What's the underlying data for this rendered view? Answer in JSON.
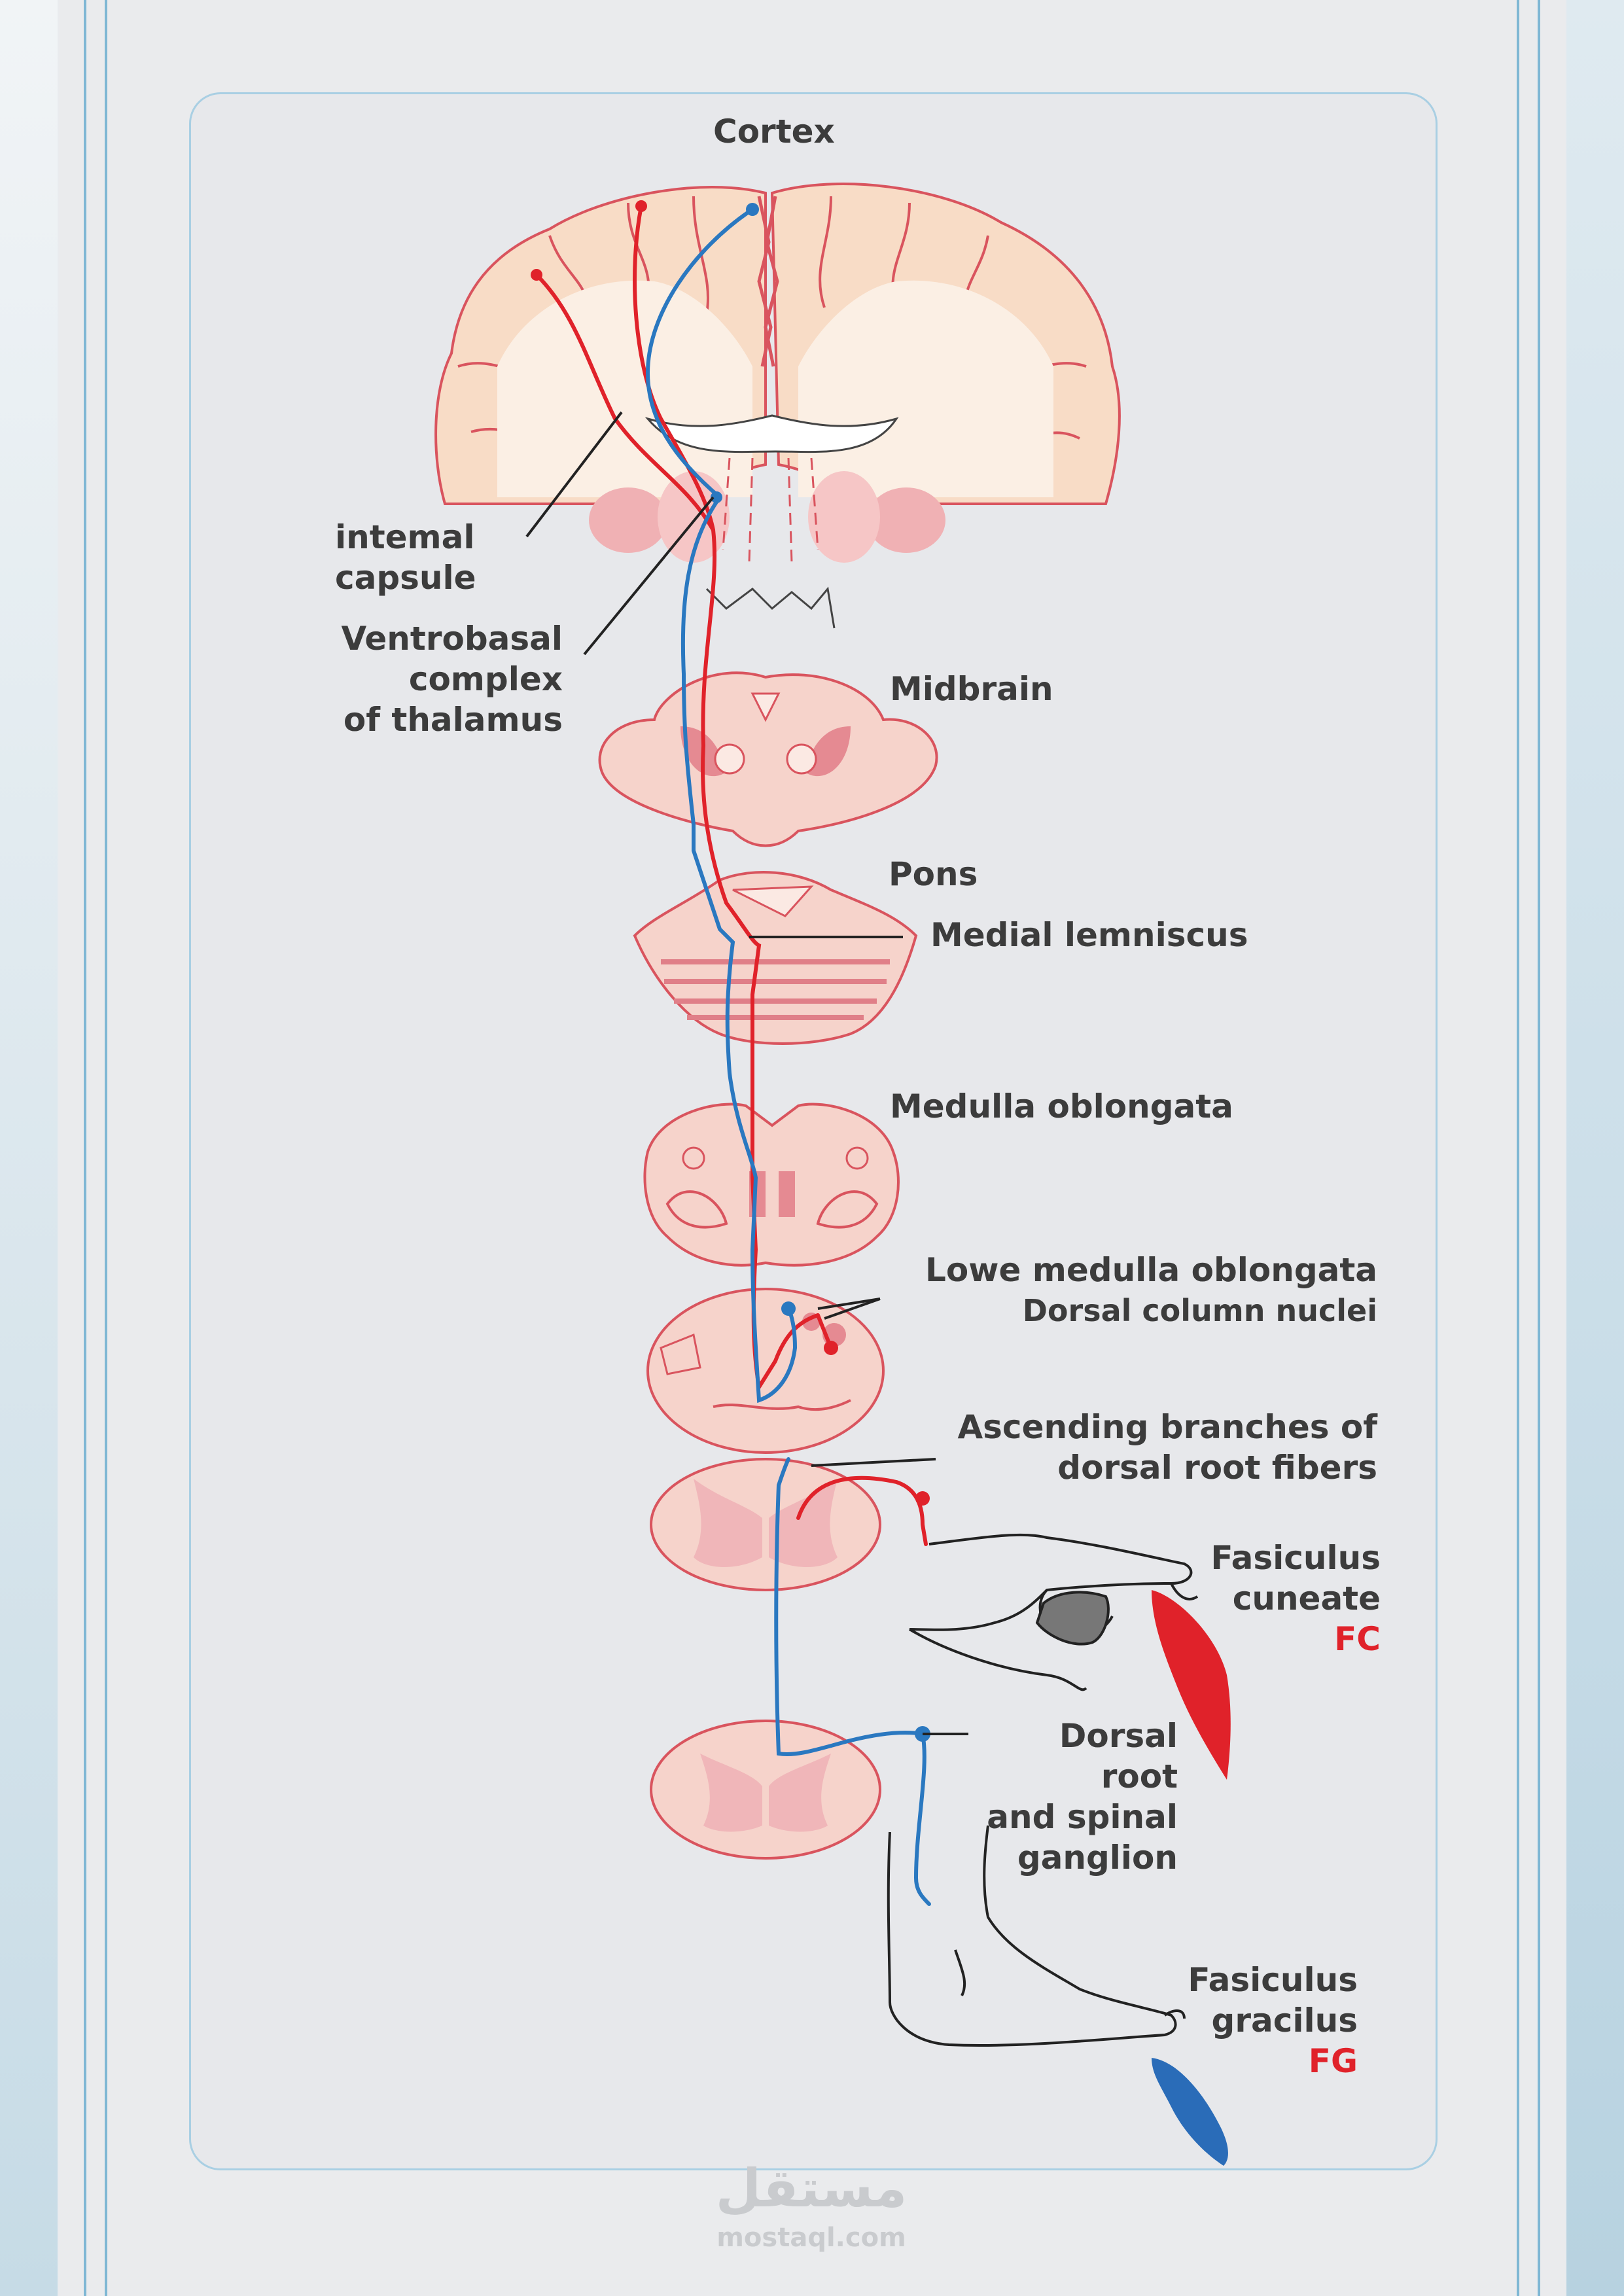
{
  "labels": {
    "cortex": "Cortex",
    "internal_capsule": [
      "intemal",
      "capsule"
    ],
    "ventrobasal": [
      "Ventrobasal",
      "complex",
      "of thalamus"
    ],
    "midbrain": "Midbrain",
    "pons": "Pons",
    "medial_lemniscus": "Medial lemniscus",
    "medulla_oblongata": "Medulla oblongata",
    "lowe_medulla": "Lowe medulla oblongata",
    "dorsal_column_nuclei": "Dorsal column nuclei",
    "ascending_branches": [
      "Ascending branches of",
      "dorsal root fibers"
    ],
    "fasiculus_cuneate": [
      "Fasiculus",
      "cuneate"
    ],
    "fc_abbrev": "FC",
    "dorsal_root": [
      "Dorsal",
      "root",
      "and spinal",
      "ganglion"
    ],
    "fasiculus_gracilus": [
      "Fasiculus",
      "gracilus"
    ],
    "fg_abbrev": "FG"
  },
  "watermark": {
    "arabic": "مستقل",
    "latin": "mostaql.com"
  },
  "colors": {
    "pathway_red": "#e0222a",
    "pathway_blue": "#2a78c0",
    "tissue_pink": "#f6d3cb",
    "tissue_outline": "#d9545e",
    "label_text": "#3c3c3c",
    "frame_blue": "#7fb7d4"
  }
}
